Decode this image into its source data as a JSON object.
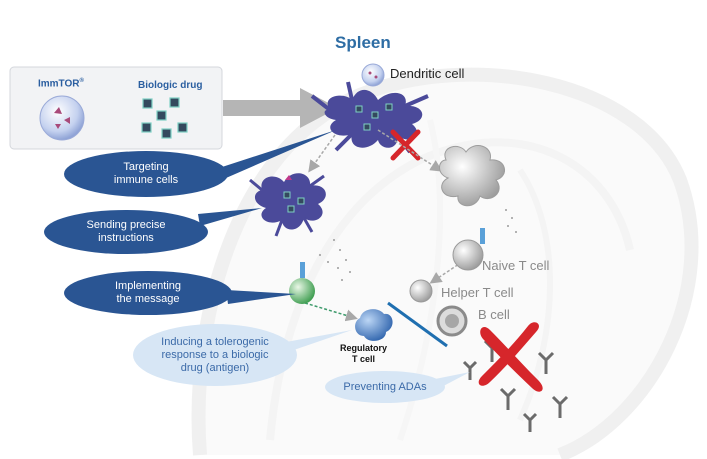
{
  "title": "Spleen",
  "legend": {
    "immtor_label": "ImmTOR",
    "immtor_superscript": "®",
    "biologic_label": "Biologic drug"
  },
  "cells": {
    "dendritic": "Dendritic cell",
    "naive_t": "Naive T cell",
    "helper_t": "Helper T cell",
    "b_cell": "B cell",
    "regulatory_t": "Regulatory\nT cell"
  },
  "steps": {
    "targeting": "Targeting\nimmune cells",
    "sending": "Sending precise\ninstructions",
    "implementing": "Implementing\nthe message",
    "inducing": "Inducing a tolerogenic\nresponse to a biologic\ndrug (antigen)",
    "preventing": "Preventing ADAs"
  },
  "colors": {
    "title": "#2e6da4",
    "bubble_dark": "#2a5593",
    "bubble_light": "#d7e6f5",
    "dendritic_cell": "#4b4a9a",
    "blocker_line": "#1f6fb0",
    "cross": "#d6262b",
    "nanoparticle": "#b9c8ea"
  },
  "icons": [
    "spleen-outline",
    "immtor-nanoparticle-icon",
    "biologic-drug-icon",
    "dendritic-cell-icon",
    "block-cross-icon",
    "antibody-icon",
    "b-cell-icon",
    "regulatory-t-cell-icon"
  ]
}
